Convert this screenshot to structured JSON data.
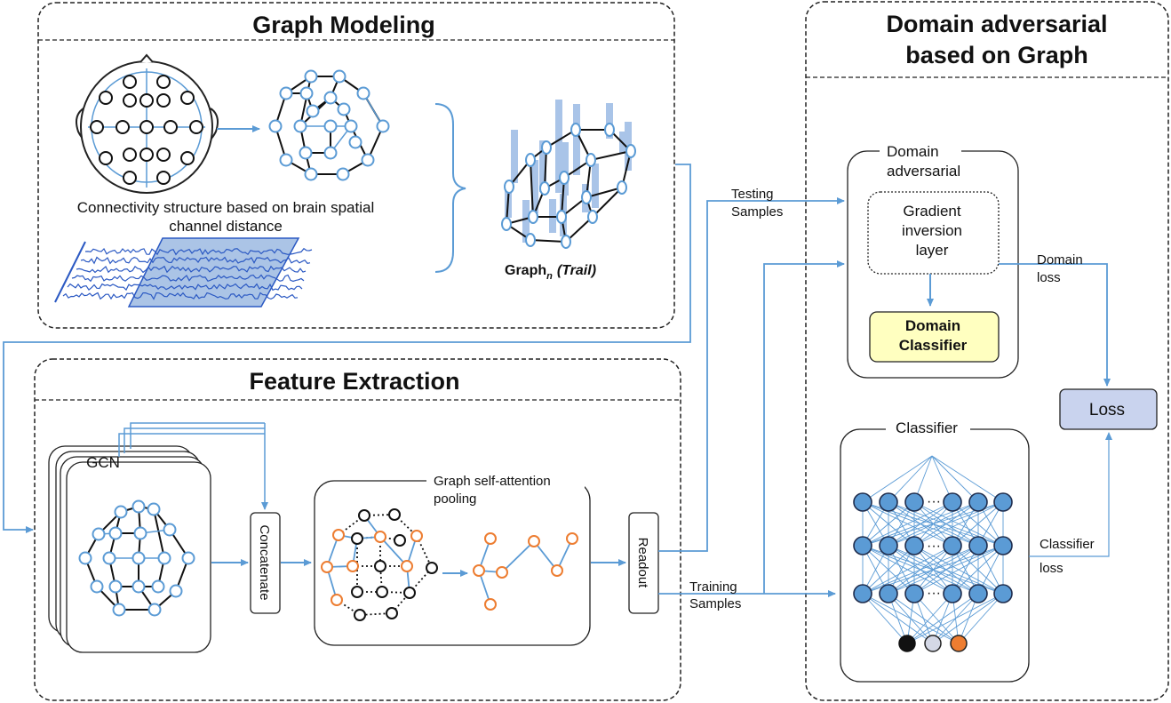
{
  "sections": {
    "graph_modeling": "Graph Modeling",
    "feature_extraction": "Feature Extraction",
    "domain_adv_line1": "Domain adversarial",
    "domain_adv_line2": "based on Graph"
  },
  "graph_modeling": {
    "caption_line1": "Connectivity structure based on brain spatial",
    "caption_line2": "channel distance",
    "graph_label_prefix": "Graph",
    "graph_label_sub": "n",
    "graph_label_suffix": "(Trail)"
  },
  "feature_extraction": {
    "gcn": "GCN",
    "concatenate": "Concatenate",
    "pooling_line1": "Graph self-attention",
    "pooling_line2": "pooling",
    "readout": "Readout"
  },
  "flows": {
    "testing_line1": "Testing",
    "testing_line2": "Samples",
    "training_line1": "Training",
    "training_line2": "Samples",
    "domain_loss_line1": "Domain",
    "domain_loss_line2": "loss",
    "classifier_loss_line1": "Classifier",
    "classifier_loss_line2": "loss"
  },
  "domain_adversarial": {
    "title_line1": "Domain",
    "title_line2": "adversarial",
    "grl_line1": "Gradient",
    "grl_line2": "inversion",
    "grl_line3": "layer",
    "classifier_line1": "Domain",
    "classifier_line2": "Classifier"
  },
  "classifier": {
    "title": "Classifier",
    "ellipsis": "···"
  },
  "loss": "Loss",
  "colors": {
    "arrow": "#5b9bd5",
    "node_fill": "#5b9bd5",
    "orange_node": "#ed7d31",
    "domain_classifier_fill": "#ffffc0",
    "loss_fill": "#c9d3ee",
    "bars": "#a9c4e8",
    "eeg": "#2b59c3",
    "window": "#8fb0dd"
  }
}
